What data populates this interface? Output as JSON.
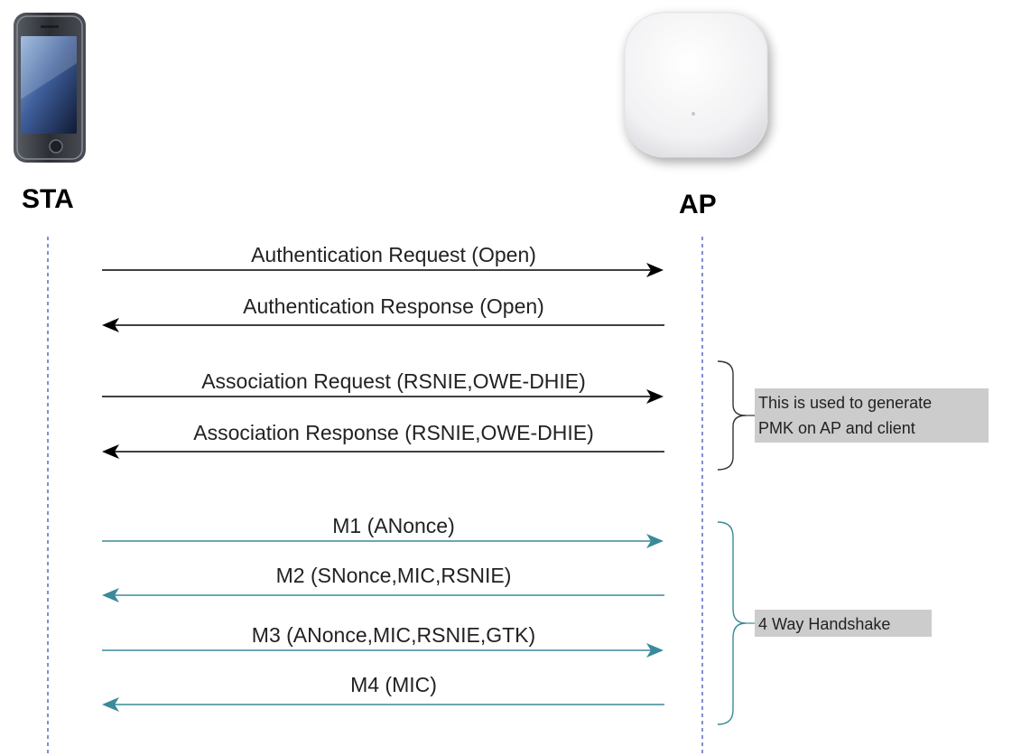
{
  "entities": {
    "sta": {
      "label": "STA",
      "icon": "smartphone-icon"
    },
    "ap": {
      "label": "AP",
      "icon": "access-point-icon"
    }
  },
  "colors": {
    "open_arrow": "#000000",
    "handshake_arrow": "#3a8a9a",
    "lifeline": "#4a5fc0",
    "note_background": "#cccccc",
    "brace": "#333333"
  },
  "messages": [
    {
      "label": "Authentication Request (Open)",
      "direction": "to-ap",
      "group": "open"
    },
    {
      "label": "Authentication Response (Open)",
      "direction": "to-sta",
      "group": "open"
    },
    {
      "label": "Association Request (RSNIE,OWE-DHIE)",
      "direction": "to-ap",
      "group": "open"
    },
    {
      "label": "Association Response (RSNIE,OWE-DHIE)",
      "direction": "to-sta",
      "group": "open"
    },
    {
      "label": "M1 (ANonce)",
      "direction": "to-ap",
      "group": "handshake"
    },
    {
      "label": "M2 (SNonce,MIC,RSNIE)",
      "direction": "to-sta",
      "group": "handshake"
    },
    {
      "label": "M3 (ANonce,MIC,RSNIE,GTK)",
      "direction": "to-ap",
      "group": "handshake"
    },
    {
      "label": "M4 (MIC)",
      "direction": "to-sta",
      "group": "handshake"
    }
  ],
  "notes": {
    "association": {
      "lines": [
        "This is used to generate",
        "PMK on AP and client"
      ]
    },
    "handshake": {
      "lines": [
        "4 Way Handshake"
      ]
    }
  }
}
